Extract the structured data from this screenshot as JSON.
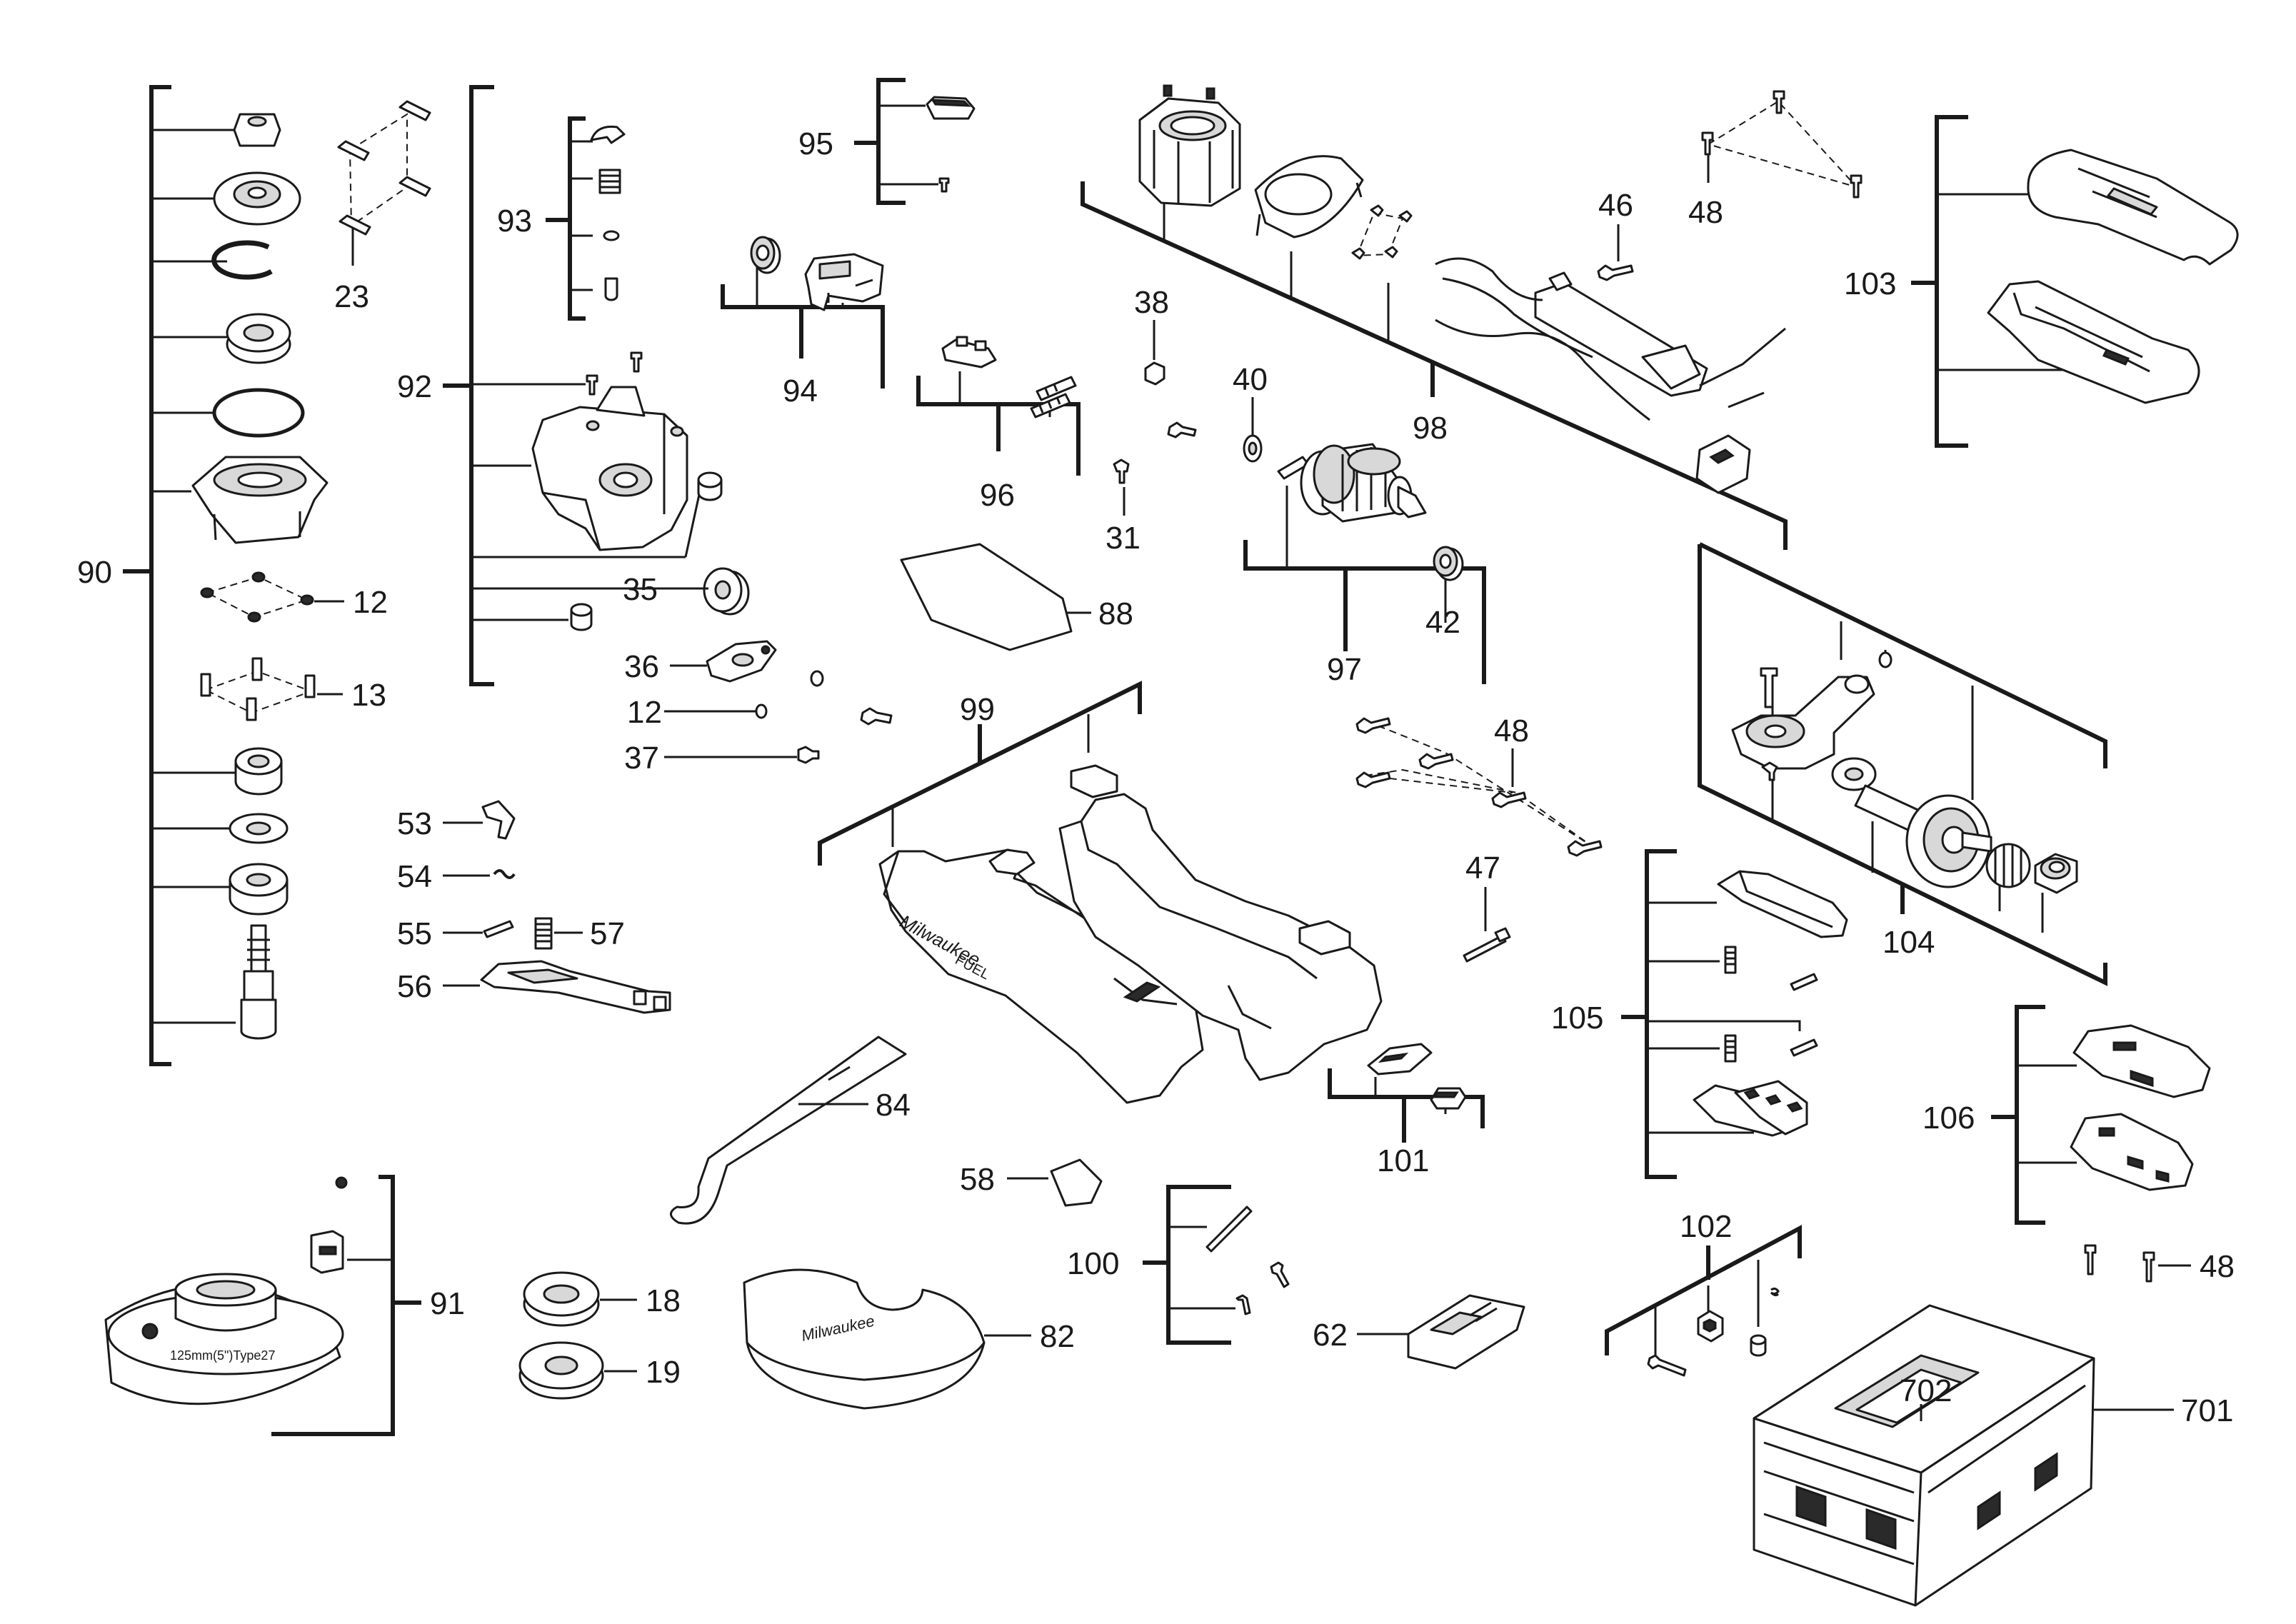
{
  "diagram": {
    "callouts": {
      "c12a": "12",
      "c12b": "12",
      "c13": "13",
      "c18": "18",
      "c19": "19",
      "c23": "23",
      "c31": "31",
      "c35": "35",
      "c36": "36",
      "c37": "37",
      "c38": "38",
      "c40": "40",
      "c42": "42",
      "c46": "46",
      "c47": "47",
      "c48a": "48",
      "c48b": "48",
      "c48c": "48",
      "c53": "53",
      "c54": "54",
      "c55": "55",
      "c56": "56",
      "c57": "57",
      "c58": "58",
      "c62": "62",
      "c82": "82",
      "c84": "84",
      "c88": "88",
      "c90": "90",
      "c91": "91",
      "c92": "92",
      "c93": "93",
      "c94": "94",
      "c95": "95",
      "c96": "96",
      "c97": "97",
      "c98": "98",
      "c99": "99",
      "c100": "100",
      "c101": "101",
      "c102": "102",
      "c103": "103",
      "c104": "104",
      "c105": "105",
      "c106": "106",
      "c701": "701",
      "c702": "702"
    },
    "guard_text": "125mm(5\")Type27",
    "brand_text": "Milwaukee",
    "fuel_text": "FUEL"
  }
}
